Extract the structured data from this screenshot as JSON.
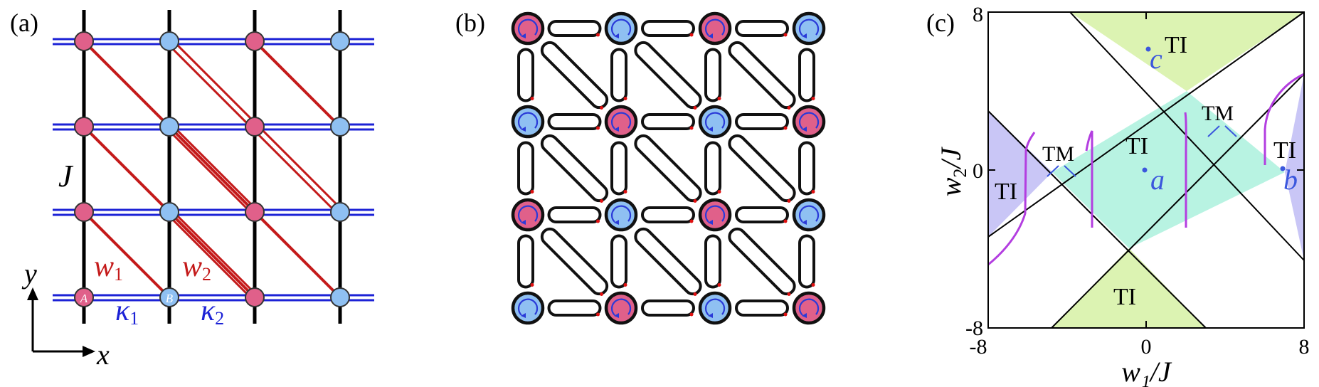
{
  "panel_labels": {
    "a": "(a)",
    "b": "(b)",
    "c": "(c)"
  },
  "colors": {
    "site_A": "#e0608a",
    "site_B": "#8fc0f2",
    "kappa": "#1c22d6",
    "w": "#c41a1a",
    "J": "#000000",
    "TI_green": "#dcf3b2",
    "TI_cyan": "#b8f3e2",
    "TI_purple": "#c9c6f6",
    "boundary_purple": "#b33ee0",
    "point_blue": "#3b57dd"
  },
  "panel_a": {
    "labels": {
      "J": "J",
      "w1": "w",
      "w1_sub": "1",
      "w2": "w",
      "w2_sub": "2",
      "k1": "κ",
      "k1_sub": "1",
      "k2": "κ",
      "k2_sub": "2",
      "siteA": "A",
      "siteB": "B",
      "axis_x": "x",
      "axis_y": "y"
    }
  },
  "panel_c": {
    "x_ticks": [
      "-8",
      "0",
      "8"
    ],
    "y_ticks": [
      "-8",
      "0",
      "8"
    ],
    "xlabel": "w₁/J",
    "ylabel_main": "w",
    "ylabel_sub": "2",
    "ylabel_tail": "/J",
    "regions": {
      "top": "TI",
      "bottom": "TI",
      "center": "TI",
      "left": "TI",
      "right": "TI"
    },
    "tm_left": "TM",
    "tm_right": "TM",
    "points": {
      "a": "a",
      "b": "b",
      "c": "c"
    }
  }
}
